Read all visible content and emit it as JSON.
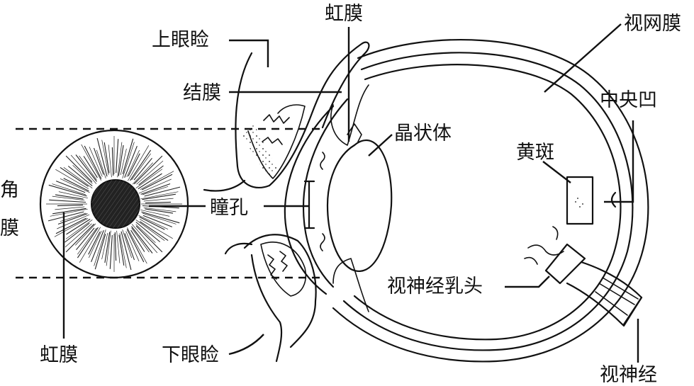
{
  "labels": {
    "iris_top": "虹膜",
    "upper_eyelid": "上眼睑",
    "conjunctiva": "结膜",
    "lens": "晶状体",
    "retina": "视网膜",
    "fovea": "中央凹",
    "macula": "黄斑",
    "cornea_1": "角",
    "cornea_2": "膜",
    "pupil": "瞳孔",
    "optic_disc": "视神经乳头",
    "iris_bottom": "虹膜",
    "lower_eyelid": "下眼睑",
    "optic_nerve": "视神经"
  }
}
